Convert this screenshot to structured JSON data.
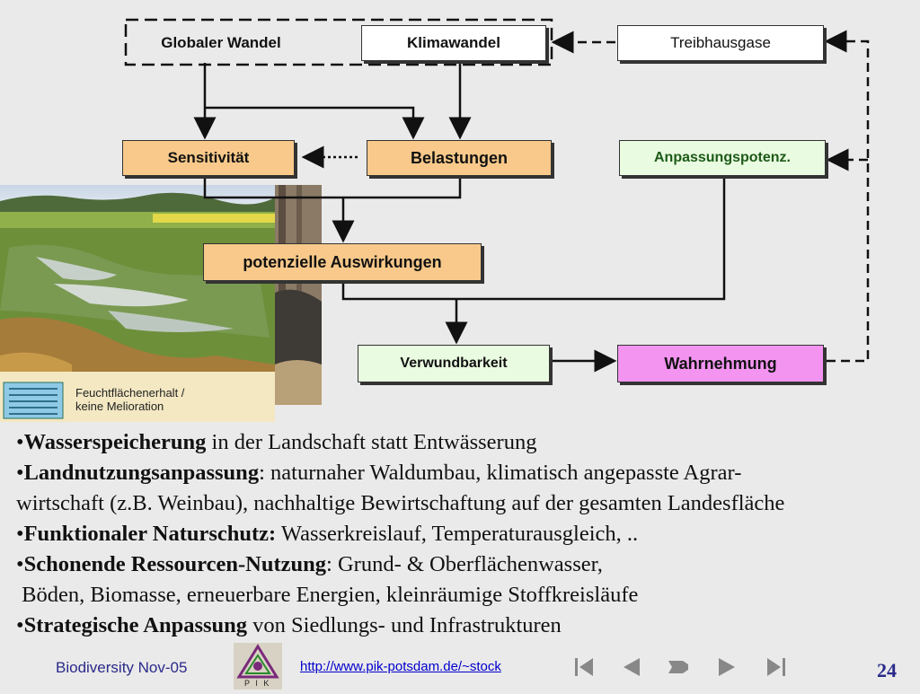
{
  "diagram": {
    "global_change": "Globaler Wandel",
    "climate_change": "Klimawandel",
    "greenhouse_gases": "Treibhausgase",
    "sensitivity": "Sensitivität",
    "stresses": "Belastungen",
    "adaptive_capacity": "Anpassungspotenz.",
    "potential_impacts": "potenzielle Auswirkungen",
    "vulnerability": "Verwundbarkeit",
    "perception": "Wahrnehmung"
  },
  "photo": {
    "caption_line1": "Feuchtflächenerhalt /",
    "caption_line2": "keine Melioration"
  },
  "bullets": [
    {
      "marker": "•",
      "bold": "Wasserspeicherung",
      "text": " in der Landschaft statt Entwässerung"
    },
    {
      "marker": "•",
      "bold": "Landnutzungsanpassung",
      "text": ": naturnaher Waldumbau, klimatisch angepasste Agrar-"
    },
    {
      "marker": "",
      "bold": "",
      "text": "wirtschaft (z.B. Weinbau), nachhaltige Bewirtschaftung auf der gesamten Landesfläche"
    },
    {
      "marker": "•",
      "bold": "Funktionaler Naturschutz:",
      "text": " Wasserkreislauf, Temperaturausgleich, .."
    },
    {
      "marker": "•",
      "bold": "Schonende Ressourcen-Nutzung",
      "text": ": Grund- & Oberflächenwasser,"
    },
    {
      "marker": "",
      "bold": "",
      "text": " Böden, Biomasse, erneuerbare Energien, kleinräumige Stoffkreisläufe"
    },
    {
      "marker": "•",
      "bold": "Strategische Anpassung",
      "text": " von Siedlungs- und Infrastrukturen"
    }
  ],
  "footer": {
    "left_text": "Biodiversity Nov-05",
    "logo_text": "P I K",
    "link": "http://www.pik-potsdam.de/~stock",
    "page_number": "24"
  },
  "nav_icons": [
    "first-slide-icon",
    "previous-slide-icon",
    "pointer-icon",
    "next-slide-icon",
    "last-slide-icon"
  ],
  "colors": {
    "background": "#eaeaea",
    "orange_box": "#f8c98a",
    "green_box": "#e9fbe0",
    "pink_box": "#f294f0",
    "footer_text": "#2a2a8a",
    "link": "#0000cc"
  }
}
